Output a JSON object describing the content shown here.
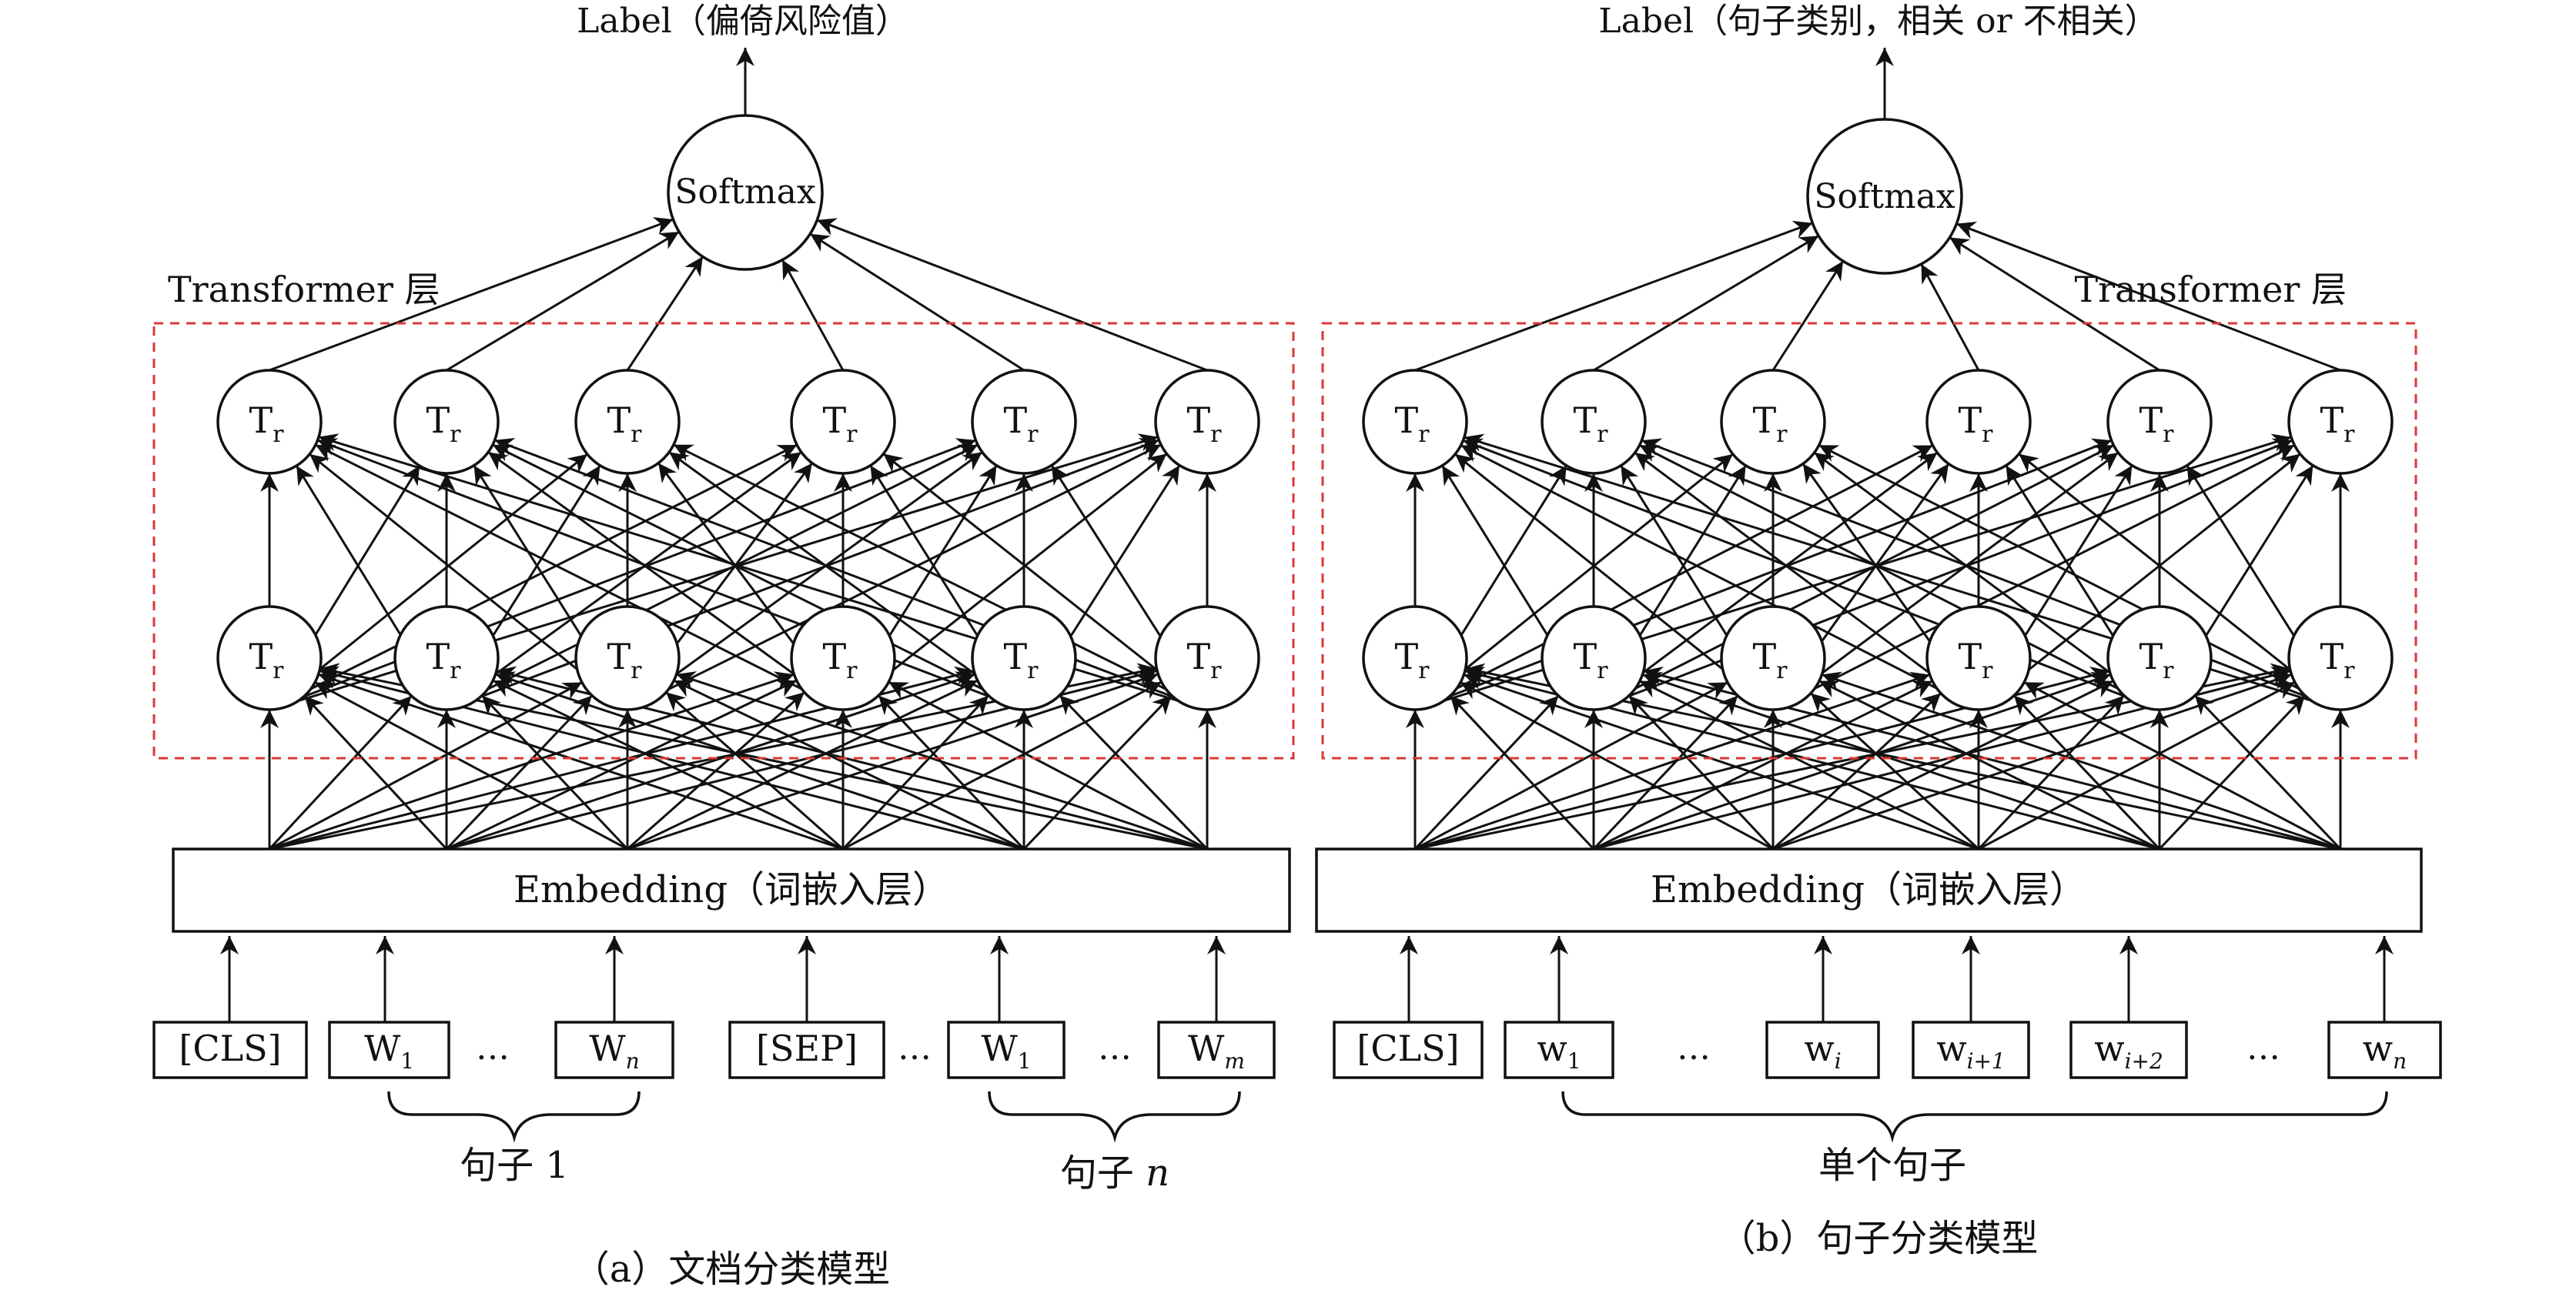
{
  "panels": [
    {
      "id": "a",
      "top_label": "Label（偏倚风险值）",
      "softmax_label": "Softmax",
      "layer_label": "Transformer 层",
      "tr_text": "T",
      "tr_sub": "r",
      "embedding_label": "Embedding（词嵌入层）",
      "tokens": [
        {
          "text": "[CLS]",
          "sub": ""
        },
        {
          "text": "W",
          "sub": "1"
        },
        {
          "text": "W",
          "sub": "n"
        },
        {
          "text": "[SEP]",
          "sub": ""
        },
        {
          "text": "W",
          "sub": "1"
        },
        {
          "text": "W",
          "sub": "m"
        }
      ],
      "ellipses": [
        "…",
        "…",
        "…"
      ],
      "brace_labels": [
        {
          "text": "句子 1",
          "italic": false
        },
        {
          "text": "句子 ",
          "italic_suffix": "n"
        }
      ],
      "caption": "（a）文档分类模型"
    },
    {
      "id": "b",
      "top_label": "Label（句子类别，相关 or 不相关）",
      "softmax_label": "Softmax",
      "layer_label": "Transformer 层",
      "tr_text": "T",
      "tr_sub": "r",
      "embedding_label": "Embedding（词嵌入层）",
      "tokens": [
        {
          "text": "[CLS]",
          "sub": ""
        },
        {
          "text": "w",
          "sub": "1"
        },
        {
          "text": "w",
          "sub": "i"
        },
        {
          "text": "w",
          "sub": "i+1"
        },
        {
          "text": "w",
          "sub": "i+2"
        },
        {
          "text": "w",
          "sub": "n"
        }
      ],
      "ellipses": [
        "…",
        "…"
      ],
      "brace_labels": [
        {
          "text": "单个句子"
        }
      ],
      "caption": "（b）句子分类模型"
    }
  ],
  "colors": {
    "transformer_box": "#d9383a",
    "ink": "#111111"
  }
}
